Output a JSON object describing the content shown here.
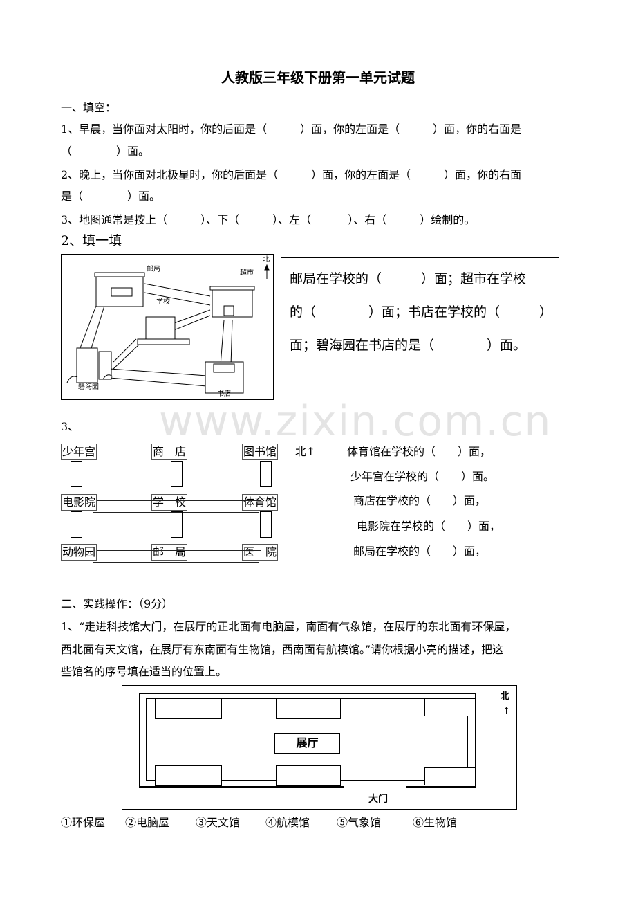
{
  "title": "人教版三年级下册第一单元试题",
  "watermark": "www.zixin.com.cn",
  "section1": {
    "heading": "一、填空：",
    "q1a": "1、早晨，当你面对太阳时，你的后面是（　　　）面，你的左面是（　　　）面，你的右面是",
    "q1b": "（　　　　）面。",
    "q2a": "2、晚上，当你面对北极星时，你的后面是（　　　）面，你的左面是（　　　）面，你的右面",
    "q2b": "是（　　　　）面。",
    "q3": "3、地图通常是按上（　　　）、下（　　　）、左（　　　 ）、右（　　　）绘制的。"
  },
  "part2": {
    "heading": "2、填一填",
    "map_labels": {
      "post": "邮局",
      "supermarket": "超市",
      "school": "学校",
      "residence": "碧海园",
      "bookstore": "书店",
      "north": "北"
    },
    "lines": [
      "邮局在学校的（　　　）面；超市在学校",
      "的（　　　　）面；书店在学校的（　　　）",
      "面；碧海园在书店的是（　　　　）面。"
    ]
  },
  "part3": {
    "heading": "3、",
    "grid": [
      [
        "少年宫",
        "商　店",
        "图书馆"
      ],
      [
        "电影院",
        "学　校",
        "体育馆"
      ],
      [
        "动物园",
        "邮　局",
        "医　院"
      ]
    ],
    "north": "北↑",
    "questions": [
      "体育馆在学校的（　　）面，",
      "少年宫在学校的（　　）面。",
      "商店在学校的（　　）面，",
      "电影院在学校的（　　）面，",
      "邮局在学校的（　　）面，"
    ]
  },
  "section2": {
    "heading": "二、实践操作：（9分）",
    "para": [
      "1、“走进科技馆大门，在展厅的正北面有电脑屋，南面有气象馆，在展厅的东北面有环保屋，",
      "西北面有天文馆，在展厅有东南面有生物馆，西南面有航模馆。”请你根据小亮的描述，把这",
      "些馆名的序号填在适当的位置上。"
    ],
    "hall": "展厅",
    "gate": "大门",
    "north": "北",
    "options": [
      "①环保屋",
      "②电脑屋",
      "③天文馆",
      "④航模馆",
      "⑤气象馆",
      "⑥生物馆"
    ]
  }
}
